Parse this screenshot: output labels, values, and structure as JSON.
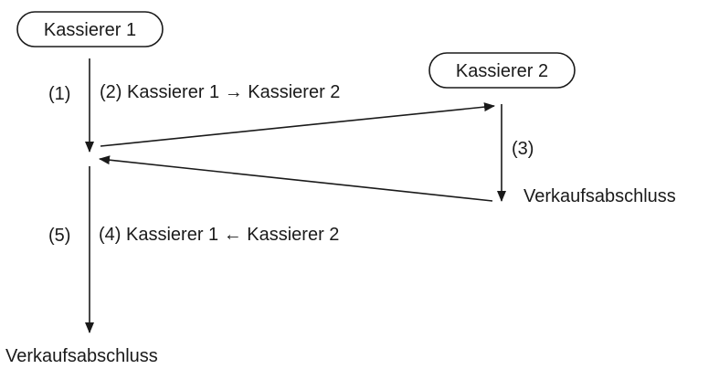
{
  "nodes": {
    "cashier_1": "Kassierer 1",
    "cashier_2": "Kassierer 2"
  },
  "labels": {
    "step_1": "(1)",
    "step_2": "(2) Kassierer 1 → Kassierer 2",
    "step_3": "(3)",
    "step_3_result": "Verkaufsabschluss",
    "step_4": "(4) Kassierer 1 ← Kassierer 2",
    "step_5": "(5)",
    "step_5_result": "Verkaufsabschluss"
  }
}
